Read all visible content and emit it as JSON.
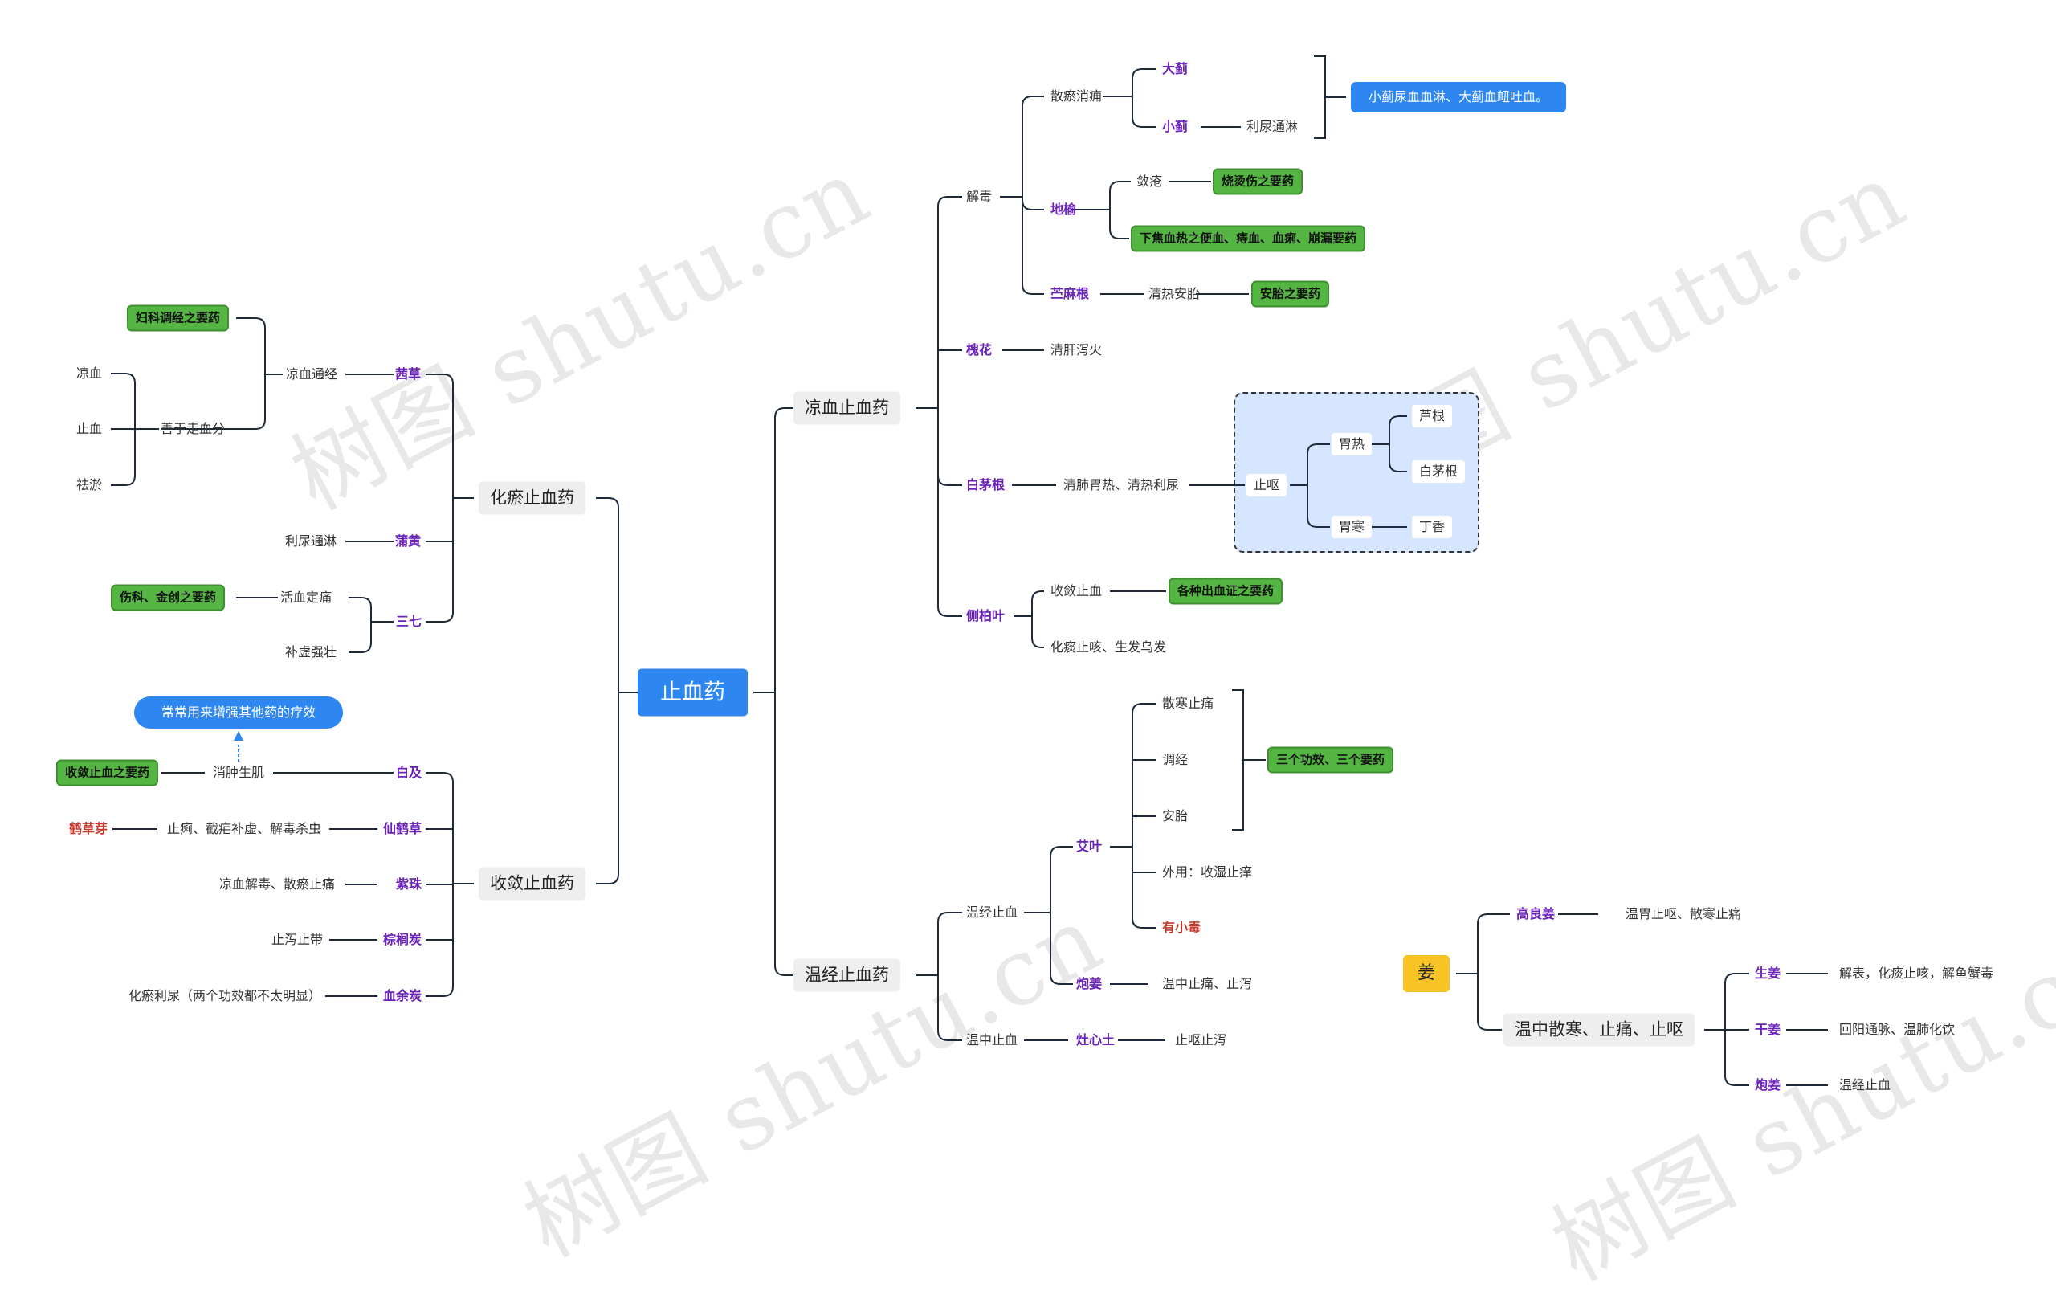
{
  "watermark": "树图 shutu.cn",
  "root": "止血药",
  "branches": {
    "liangxue": "凉血止血药",
    "huayu": "化瘀止血药",
    "shoulian": "收敛止血药",
    "wenjing": "温经止血药"
  },
  "liangxue_section": {
    "jiedu": "解毒",
    "sanyu": "散瘀消痈",
    "daji": "大蓟",
    "xiaoji": "小蓟",
    "lniao_tonglin": "利尿通淋",
    "ji_note": "小蓟尿血血淋、大蓟血衄吐血。",
    "diyu": "地榆",
    "lianchuang": "敛疮",
    "shaotang": "烧烫伤之要药",
    "xiajiao": "下焦血热之便血、痔血、血痢、崩漏要药",
    "zhumagen": "苎麻根",
    "qingre_antai": "清热安胎",
    "antai_yao": "安胎之要药",
    "huaihua": "槐花",
    "qinggan": "清肝泻火",
    "baimaogen": "白茅根",
    "qingfei": "清肺胃热、清热利尿",
    "zhi_ou": "止呕",
    "weire": "胃热",
    "lugen": "芦根",
    "baimaogen2": "白茅根",
    "weihan": "胃寒",
    "dingxiang": "丁香",
    "cebaiye": "侧柏叶",
    "shoulian_zhixue": "收敛止血",
    "gezhong": "各种出血证之要药",
    "huatan": "化痰止咳、生发乌发"
  },
  "huayu_section": {
    "qiancao": "茜草",
    "liangxue_tongjing": "凉血通经",
    "fuke": "妇科调经之要药",
    "shanyu": "善于走血分",
    "liangxue": "凉血",
    "zhixue": "止血",
    "quyu": "祛淤",
    "puhuang": "蒲黄",
    "lniao_tonglin": "利尿通淋",
    "sanqi": "三七",
    "huoxue": "活血定痛",
    "shangke": "伤科、金创之要药",
    "buxu": "补虚强壮"
  },
  "shoulian_section": {
    "baiji": "白及",
    "xiaozhong": "消肿生肌",
    "shoulian_yao": "收敛止血之要药",
    "changchang": "常常用来增强其他药的疗效",
    "xianhecao": "仙鹤草",
    "zhili": "止痢、截疟补虚、解毒杀虫",
    "hecaoya": "鹤草芽",
    "zizhu": "紫珠",
    "liangxue_jiedu": "凉血解毒、散瘀止痛",
    "zonglutan": "棕榈炭",
    "zhixie": "止泻止带",
    "xueyutan": "血余炭",
    "huayu_lniao": "化瘀利尿（两个功效都不太明显）"
  },
  "wenjing_section": {
    "wenjing_zhixue": "温经止血",
    "aiye": "艾叶",
    "sanhan": "散寒止痛",
    "tiaojing": "调经",
    "antai": "安胎",
    "sange": "三个功效、三个要药",
    "waiyong": "外用：收湿止痒",
    "youxiaodu": "有小毒",
    "paojiang": "炮姜",
    "wenzhong": "温中止痛、止泻",
    "wenzhong_zhixue": "温中止血",
    "zaoxintu": "灶心土",
    "zhiou": "止呕止泻"
  },
  "jiang_section": {
    "jiang": "姜",
    "gaoliangjiang": "高良姜",
    "wenwei": "温胃止呕、散寒止痛",
    "wenzhong_sanhan": "温中散寒、止痛、止呕",
    "shengjiang": "生姜",
    "jiebiao": "解表，化痰止咳，解鱼蟹毒",
    "ganjiang": "干姜",
    "huiyang": "回阳通脉、温肺化饮",
    "paojiang": "炮姜",
    "wenjing": "温经止血"
  },
  "colors": {
    "primary": "#2e86f0",
    "green": "#55b542",
    "yellow": "#f7c325",
    "purple": "#6a22b8",
    "red": "#c0392b",
    "line": "#1e2a3a",
    "dash_fill": "#d6e6ff"
  }
}
